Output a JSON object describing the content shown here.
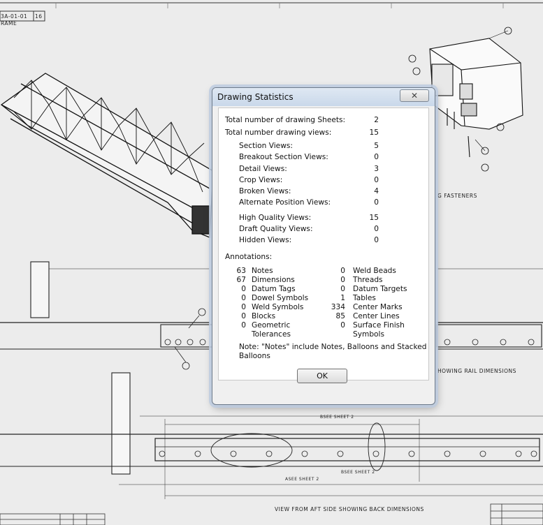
{
  "drawing": {
    "sheet_id": "3A-01-01",
    "sheet_no": "16",
    "frame_label": "RAME",
    "label_fasteners": "G FASTENERS",
    "label_rail": "HOWING RAIL DIMENSIONS",
    "label_aft": "VIEW FROM AFT SIDE SHOWING BACK DIMENSIONS",
    "callout_bsee": "BSEE SHEET 2",
    "callout_asee": "ASEE SHEET 2",
    "callout_bsee2": "BSEE SHEET 2"
  },
  "dialog": {
    "title": "Drawing Statistics",
    "close_glyph": "✕",
    "ok_label": "OK",
    "rows": {
      "total_sheets": {
        "label": "Total number of drawing Sheets:",
        "value": "2"
      },
      "total_views": {
        "label": "Total number drawing views:",
        "value": "15"
      },
      "section_views": {
        "label": "Section Views:",
        "value": "5"
      },
      "breakout_views": {
        "label": "Breakout Section Views:",
        "value": "0"
      },
      "detail_views": {
        "label": "Detail Views:",
        "value": "3"
      },
      "crop_views": {
        "label": "Crop Views:",
        "value": "0"
      },
      "broken_views": {
        "label": "Broken Views:",
        "value": "4"
      },
      "alt_position_views": {
        "label": "Alternate Position Views:",
        "value": "0"
      },
      "high_quality_views": {
        "label": "High Quality Views:",
        "value": "15"
      },
      "draft_quality_views": {
        "label": "Draft Quality Views:",
        "value": "0"
      },
      "hidden_views": {
        "label": "Hidden Views:",
        "value": "0"
      }
    },
    "annotations_heading": "Annotations:",
    "annotations_left": [
      {
        "value": "63",
        "label": "Notes"
      },
      {
        "value": "67",
        "label": "Dimensions"
      },
      {
        "value": "0",
        "label": "Datum Tags"
      },
      {
        "value": "0",
        "label": "Dowel Symbols"
      },
      {
        "value": "0",
        "label": "Weld Symbols"
      },
      {
        "value": "0",
        "label": "Blocks"
      },
      {
        "value": "0",
        "label": "Geometric",
        "label2": "Tolerances"
      }
    ],
    "annotations_right": [
      {
        "value": "0",
        "label": "Weld Beads"
      },
      {
        "value": "0",
        "label": "Threads"
      },
      {
        "value": "0",
        "label": "Datum Targets"
      },
      {
        "value": "1",
        "label": "Tables"
      },
      {
        "value": "334",
        "label": "Center Marks"
      },
      {
        "value": "85",
        "label": "Center Lines"
      },
      {
        "value": "0",
        "label": "Surface Finish",
        "label2": "Symbols"
      }
    ],
    "note_line1": "Note: \"Notes\" include Notes, Balloons and Stacked",
    "note_line2": "Balloons"
  }
}
